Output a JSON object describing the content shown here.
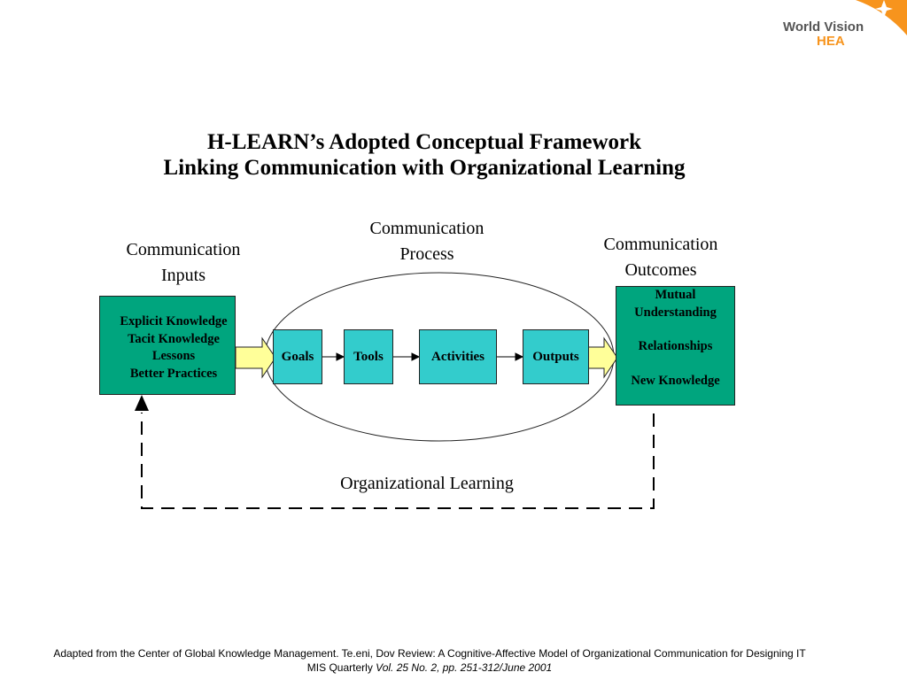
{
  "logo": {
    "brand": "World Vision",
    "sub": "HEA",
    "accent_color": "#f7941d"
  },
  "title": {
    "line1": "H-LEARN’s Adopted Conceptual Framework",
    "line2": "Linking Communication with Organizational Learning"
  },
  "inputs": {
    "heading": [
      "Communication",
      "Inputs"
    ],
    "items": [
      "Explicit Knowledge",
      "Tacit Knowledge",
      "Lessons",
      "Better Practices"
    ]
  },
  "process": {
    "heading": [
      "Communication",
      "Process"
    ],
    "steps": [
      "Goals",
      "Tools",
      "Activities",
      "Outputs"
    ]
  },
  "outcomes": {
    "heading": [
      "Communication",
      "Outcomes"
    ],
    "items": [
      "Mutual",
      "Understanding",
      "Relationships",
      "New Knowledge"
    ]
  },
  "feedback_label": "Organizational Learning",
  "colors": {
    "inputs_box": "#00a57e",
    "process_box": "#33cccc",
    "arrow_fill": "#ffff99"
  },
  "footer": {
    "line1": "Adapted from the Center of Global Knowledge Management.  Te.eni,  Dov Review: A Cognitive-Affective Model of Organizational Communication for Designing IT",
    "line2_plain": "MIS Quarterly ",
    "line2_italic": "Vol. 25 No. 2, pp. 251-312/June 2001"
  }
}
